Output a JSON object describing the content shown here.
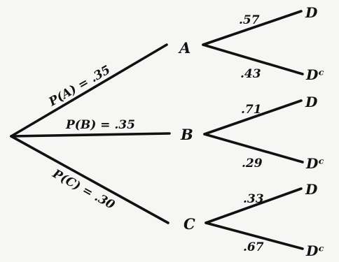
{
  "tree": {
    "nodes": {
      "a": "A",
      "b": "B",
      "c": "C"
    },
    "first_level": {
      "a": "P(A) = .35",
      "b": "P(B) = .35",
      "c": "P(C) = .30"
    },
    "second_level": {
      "a_d": {
        "prob": ".57",
        "outcome": "D"
      },
      "a_dc": {
        "prob": ".43",
        "outcome": "Dᶜ"
      },
      "b_d": {
        "prob": ".71",
        "outcome": "D"
      },
      "b_dc": {
        "prob": ".29",
        "outcome": "Dᶜ"
      },
      "c_d": {
        "prob": ".33",
        "outcome": "D"
      },
      "c_dc": {
        "prob": ".67",
        "outcome": "Dᶜ"
      }
    }
  }
}
